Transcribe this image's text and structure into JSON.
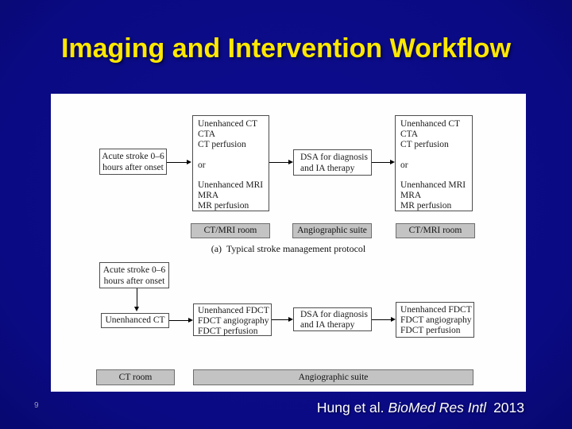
{
  "slide": {
    "title": "Imaging and Intervention Workflow",
    "page_number": "9",
    "citation": {
      "authors": "Hung et al.",
      "journal": "BioMed Res Intl",
      "year": "2013"
    }
  },
  "colors": {
    "background": "#0B0B87",
    "title_text": "#FFE800",
    "panel": "#FFFFFF",
    "room_bar_fill": "#C3C3C3",
    "room_bar_border": "#6E6E6E",
    "box_border": "#4D4D4D",
    "citation_text": "#FFFFFF"
  },
  "flowchart_a": {
    "caption": "(a)  Typical stroke management protocol",
    "onset_box": [
      "Acute stroke 0–6",
      "hours after onset"
    ],
    "imaging_box": [
      "Unenhanced CT",
      "CTA",
      "CT perfusion",
      "",
      "or",
      "",
      "Unenhanced MRI",
      "MRA",
      "MR perfusion"
    ],
    "dsa_box": [
      "DSA for diagnosis",
      "and IA therapy"
    ],
    "rooms": [
      "CT/MRI room",
      "Angiographic suite",
      "CT/MRI room"
    ]
  },
  "flowchart_b": {
    "onset_box": [
      "Acute stroke 0–6",
      "hours after onset"
    ],
    "ct_box": "Unenhanced CT",
    "fdct_box": [
      "Unenhanced FDCT",
      "FDCT angiography",
      "FDCT perfusion"
    ],
    "dsa_box": [
      "DSA for diagnosis",
      "and IA therapy"
    ],
    "rooms": [
      "CT room",
      "Angiographic suite"
    ]
  }
}
